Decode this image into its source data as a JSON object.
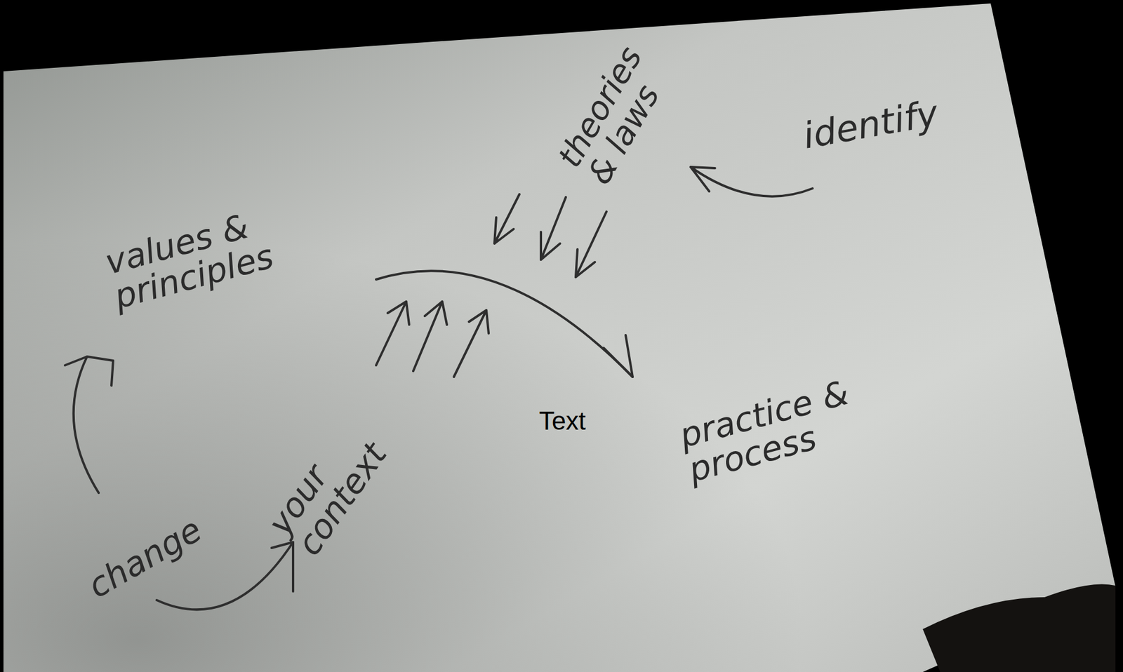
{
  "diagram": {
    "labels": [
      "values & principles",
      "theories & laws",
      "identify",
      "Text",
      "practice & process",
      "change",
      "your context"
    ]
  }
}
